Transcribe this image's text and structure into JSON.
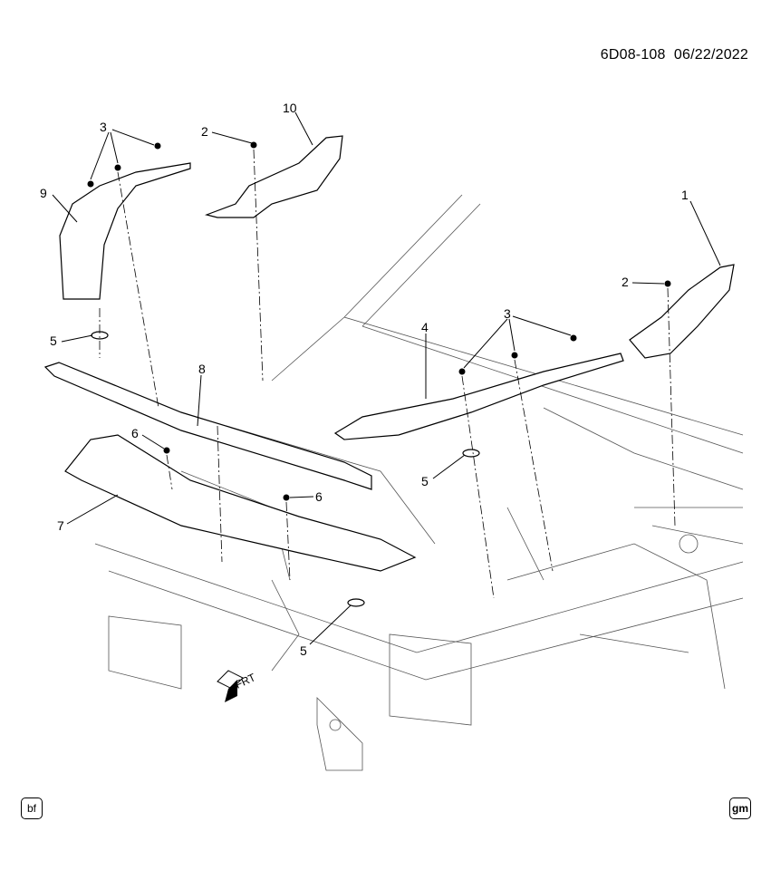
{
  "header": {
    "diagram_ref": "6D08-108",
    "date": "06/22/2022"
  },
  "callouts": {
    "c1": "1",
    "c2a": "2",
    "c2b": "2",
    "c3a": "3",
    "c3b": "3",
    "c4": "4",
    "c5a": "5",
    "c5b": "5",
    "c5c": "5",
    "c6a": "6",
    "c6b": "6",
    "c7": "7",
    "c8": "8",
    "c9": "9",
    "c10": "10"
  },
  "direction_arrow": {
    "label": "FRT"
  },
  "footer": {
    "left_badge": "bf",
    "right_badge": "gm"
  }
}
